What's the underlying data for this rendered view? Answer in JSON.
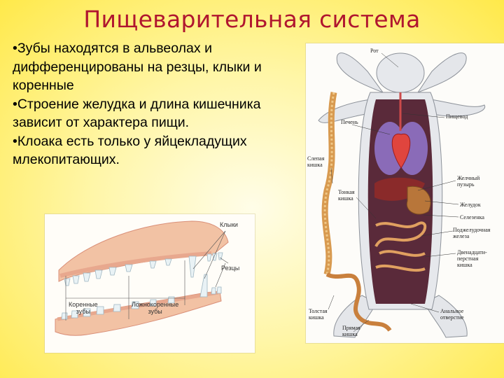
{
  "slide": {
    "title": "Пищеварительная система",
    "bullets": [
      "•Зубы находятся в альвеолах и дифференцированы на резцы, клыки и коренные",
      "•Строение желудка и длина кишечника зависит от характера пищи.",
      "•Клоака есть только у яйцекладущих млекопитающих."
    ]
  },
  "jaw_figure": {
    "labels": {
      "canines": "Клыки",
      "incisors": "Резцы",
      "molars": "Коренные\nзубы",
      "premolars": "Ложнокоренные\nзубы"
    }
  },
  "rabbit_figure": {
    "labels": {
      "mouth": "Рот",
      "liver": "Печень",
      "esophagus": "Пищевод",
      "cecum": "Слепая\nкишка",
      "small_intestine": "Тонкая\nкишка",
      "gallbladder": "Желчный\nпузырь",
      "stomach": "Желудок",
      "spleen": "Селезенка",
      "pancreas": "Поджелудочная\nжелеза",
      "duodenum": "Двенадцати-\nперстная\nкишка",
      "colon": "Толстая\nкишка",
      "rectum": "Прямая\nкишка",
      "anus": "Анальное\nотверстие"
    }
  }
}
